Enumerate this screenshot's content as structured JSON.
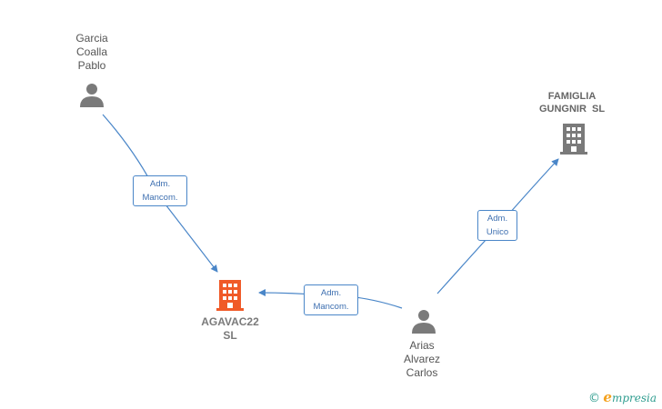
{
  "nodes": {
    "garcia": {
      "lines": [
        "Garcia",
        "Coalla",
        "Pablo"
      ],
      "type": "person"
    },
    "arias": {
      "lines": [
        "Arias",
        "Alvarez",
        "Carlos"
      ],
      "type": "person"
    },
    "famiglia": {
      "lines": [
        "FAMIGLIA",
        "GUNGNIR  SL"
      ],
      "type": "company"
    },
    "agavac": {
      "lines": [
        "AGAVAC22",
        "SL"
      ],
      "type": "company",
      "highlighted": true
    }
  },
  "edges": {
    "garcia_agavac": {
      "lines": [
        "Adm.",
        "Mancom."
      ]
    },
    "arias_agavac": {
      "lines": [
        "Adm.",
        "Mancom."
      ]
    },
    "arias_famiglia": {
      "lines": [
        "Adm.",
        "Unico"
      ]
    }
  },
  "colors": {
    "edge": "#4a86c8",
    "person_icon": "#7a7a7a",
    "company_icon": "#7a7a7a",
    "highlight_company_icon": "#f05a28",
    "brand_teal": "#2f9d8f",
    "brand_orange": "#f4a11d"
  },
  "footer": {
    "copyright": "©",
    "brand_initial": "e",
    "brand_rest": "mpresia"
  }
}
